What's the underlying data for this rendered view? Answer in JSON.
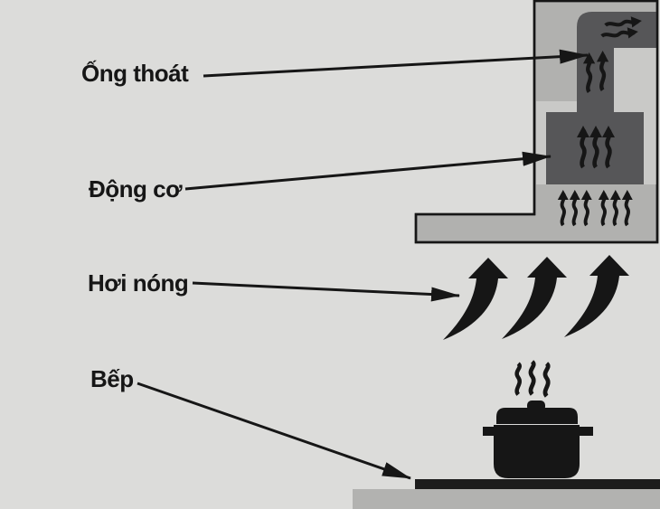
{
  "labels": {
    "exhaust_pipe": "Ống thoát",
    "motor": "Động cơ",
    "hot_air": "Hơi nóng",
    "stove": "Bếp"
  },
  "colors": {
    "background": "#dcdcda",
    "housing": "#b1b1af",
    "recess_light": "#c9c9c7",
    "duct_dark": "#565658",
    "ink": "#161616",
    "stove_bar": "#1c1c1c",
    "counter": "#b2b2b0"
  },
  "icons": {
    "exhaust_outflow": "wavy-right-arrows",
    "duct_flow": "wavy-up-arrows",
    "motor_flow": "wavy-up-arrows",
    "intake_flow": "wavy-up-arrows",
    "hot_air": "curved-up-arrows",
    "steam": "steam-squiggles",
    "pot": "cooking-pot",
    "leader": "straight-arrow"
  }
}
